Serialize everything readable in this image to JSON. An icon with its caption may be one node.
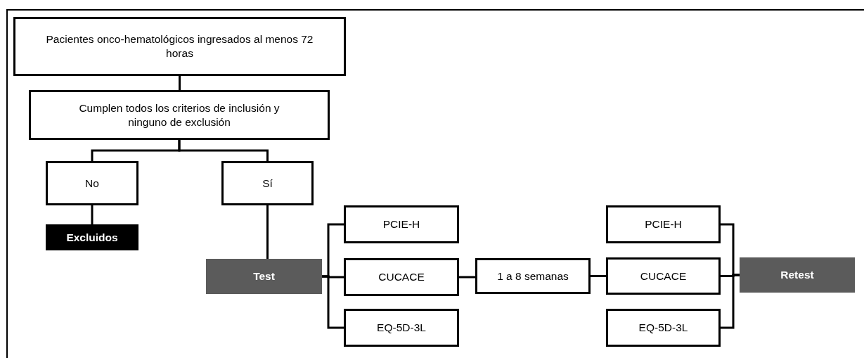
{
  "diagram": {
    "nodes": [
      {
        "text": [
          "Pacientes onco-hematológicos ingresados al menos 72 horas"
        ]
      },
      {
        "text": [
          "Cumplen todos los criterios de inclusión y ninguno de exclusión"
        ]
      },
      {
        "text": [
          "No"
        ]
      },
      {
        "text": [
          "Sí"
        ]
      },
      {
        "text": [
          "Excluidos"
        ]
      },
      {
        "text": [
          "Test"
        ]
      },
      {
        "text": [
          "PCIE-H"
        ]
      },
      {
        "text": [
          "CUCACE"
        ]
      },
      {
        "text": [
          "EQ-5D-3L"
        ]
      },
      {
        "text": [
          "1 a 8 semanas"
        ]
      },
      {
        "text": [
          "PCIE-H"
        ]
      },
      {
        "text": [
          "CUCACE"
        ]
      },
      {
        "text": [
          "EQ-5D-3L"
        ]
      },
      {
        "text": [
          "Retest"
        ]
      }
    ],
    "edges": [
      {
        "from": 0,
        "to": 1,
        "arrow": "none"
      },
      {
        "from": 1,
        "to": 2,
        "arrow": "none"
      },
      {
        "from": 1,
        "to": 3,
        "arrow": "none"
      },
      {
        "from": 2,
        "to": 4,
        "arrow": "none"
      },
      {
        "from": 3,
        "to": 5,
        "arrow": "none"
      },
      {
        "from": 5,
        "to": 6,
        "arrow": "none"
      },
      {
        "from": 5,
        "to": 7,
        "arrow": "none"
      },
      {
        "from": 5,
        "to": 8,
        "arrow": "none"
      },
      {
        "from": 7,
        "to": 9,
        "arrow": "none"
      },
      {
        "from": 9,
        "to": 11,
        "arrow": "none"
      },
      {
        "from": 10,
        "to": 13,
        "arrow": "none"
      },
      {
        "from": 11,
        "to": 13,
        "arrow": "none"
      },
      {
        "from": 12,
        "to": 13,
        "arrow": "none"
      }
    ]
  }
}
